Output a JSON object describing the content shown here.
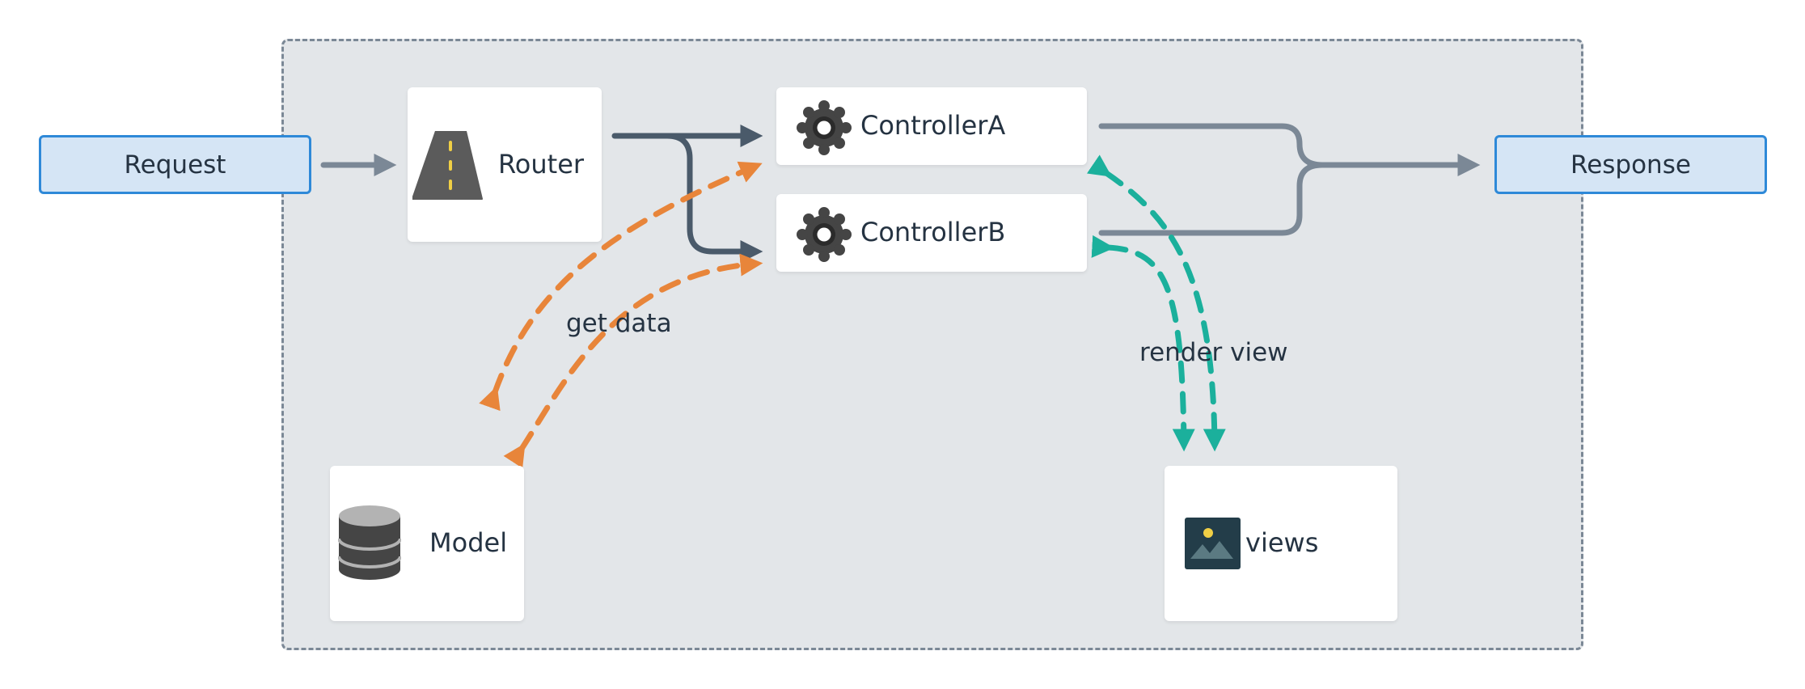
{
  "diagram": {
    "title": "MVC request flow",
    "container_label": "",
    "endpoints": {
      "request": "Request",
      "response": "Response"
    },
    "nodes": {
      "router": {
        "label": "Router",
        "icon": "road-icon"
      },
      "controller_a": {
        "label": "ControllerA",
        "icon": "gear-icon"
      },
      "controller_b": {
        "label": "ControllerB",
        "icon": "gear-icon"
      },
      "model": {
        "label": "Model",
        "icon": "database-icon"
      },
      "views": {
        "label": "views",
        "icon": "image-icon"
      }
    },
    "edges": [
      {
        "from": "Request",
        "to": "Router",
        "style": "solid",
        "color": "#7b8896"
      },
      {
        "from": "Router",
        "to": "ControllerA",
        "style": "solid",
        "color": "#4a5a6a"
      },
      {
        "from": "Router",
        "to": "ControllerB",
        "style": "solid",
        "color": "#4a5a6a"
      },
      {
        "from": "ControllerA",
        "to": "Response",
        "style": "solid",
        "color": "#7b8896"
      },
      {
        "from": "ControllerB",
        "to": "Response",
        "style": "solid",
        "color": "#7b8896"
      },
      {
        "from": "ControllerA",
        "to": "Model",
        "style": "dashed",
        "bidirectional": true,
        "color": "#e8853a"
      },
      {
        "from": "ControllerB",
        "to": "Model",
        "style": "dashed",
        "bidirectional": true,
        "color": "#e8853a"
      },
      {
        "from": "ControllerA",
        "to": "views",
        "style": "dashed",
        "bidirectional": true,
        "color": "#1bb09c"
      },
      {
        "from": "ControllerB",
        "to": "views",
        "style": "dashed",
        "bidirectional": true,
        "color": "#1bb09c"
      }
    ],
    "edge_labels": {
      "get_data": "get data",
      "render_view": "render view"
    },
    "colors": {
      "container_bg": "#e3e6e9",
      "container_border": "#7b8896",
      "endpoint_fill": "#d5e5f5",
      "endpoint_border": "#2e89d8",
      "get_data": "#e8853a",
      "render_view": "#1bb09c",
      "router_lines": "#4a5a6a",
      "response_lines": "#7b8896"
    }
  }
}
